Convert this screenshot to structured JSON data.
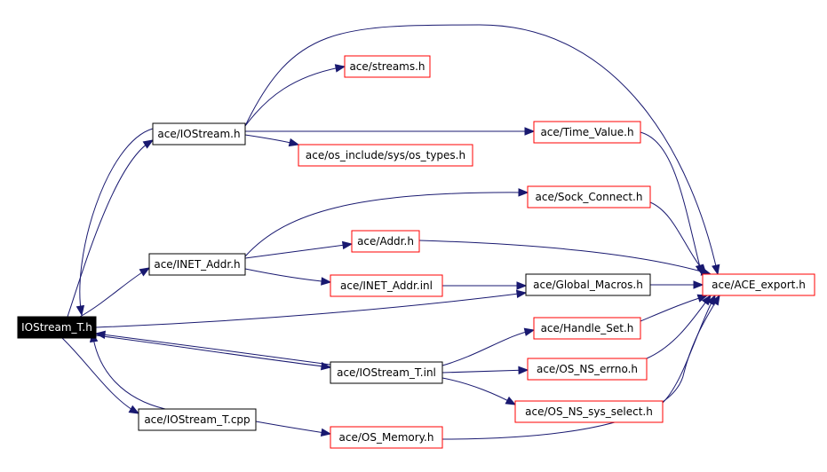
{
  "diagram": {
    "nodes": {
      "iostream_t_h": {
        "label": "IOStream_T.h",
        "style": "root"
      },
      "iostream_h": {
        "label": "ace/IOStream.h",
        "style": "black"
      },
      "inet_addr_h": {
        "label": "ace/INET_Addr.h",
        "style": "black"
      },
      "iostream_t_inl": {
        "label": "ace/IOStream_T.inl",
        "style": "black"
      },
      "iostream_t_cpp": {
        "label": "ace/IOStream_T.cpp",
        "style": "black"
      },
      "global_macros_h": {
        "label": "ace/Global_Macros.h",
        "style": "black"
      },
      "streams_h": {
        "label": "ace/streams.h",
        "style": "red"
      },
      "os_types_h": {
        "label": "ace/os_include/sys/os_types.h",
        "style": "red"
      },
      "time_value_h": {
        "label": "ace/Time_Value.h",
        "style": "red"
      },
      "sock_connect_h": {
        "label": "ace/Sock_Connect.h",
        "style": "red"
      },
      "addr_h": {
        "label": "ace/Addr.h",
        "style": "red"
      },
      "inet_addr_inl": {
        "label": "ace/INET_Addr.inl",
        "style": "red"
      },
      "handle_set_h": {
        "label": "ace/Handle_Set.h",
        "style": "red"
      },
      "os_ns_errno_h": {
        "label": "ace/OS_NS_errno.h",
        "style": "red"
      },
      "os_ns_sys_select_h": {
        "label": "ace/OS_NS_sys_select.h",
        "style": "red"
      },
      "os_memory_h": {
        "label": "ace/OS_Memory.h",
        "style": "red"
      },
      "ace_export_h": {
        "label": "ace/ACE_export.h",
        "style": "red"
      }
    },
    "colors": {
      "edge": "#191970",
      "red_border": "#ff0000",
      "black_border": "#000000",
      "root_fill": "#000000",
      "root_text": "#ffffff"
    }
  }
}
